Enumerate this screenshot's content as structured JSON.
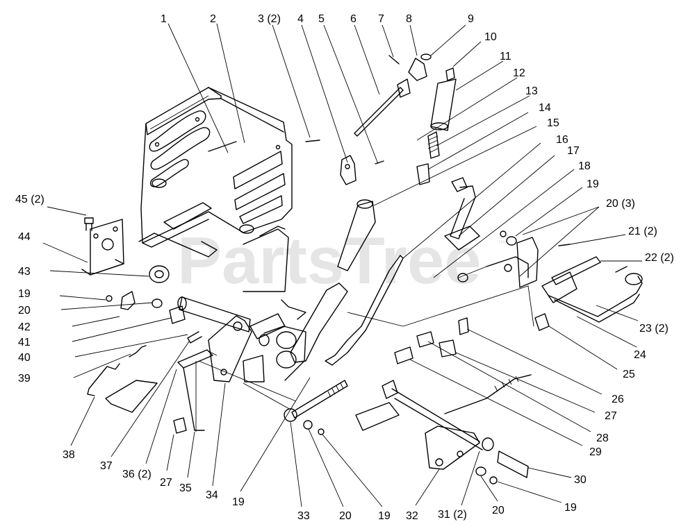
{
  "watermark": {
    "text": "PartsTree",
    "trademark": "™"
  },
  "callouts": [
    {
      "id": "1",
      "label": "1"
    },
    {
      "id": "2",
      "label": "2"
    },
    {
      "id": "3",
      "label": "3 (2)"
    },
    {
      "id": "4",
      "label": "4"
    },
    {
      "id": "5",
      "label": "5"
    },
    {
      "id": "6",
      "label": "6"
    },
    {
      "id": "7",
      "label": "7"
    },
    {
      "id": "8",
      "label": "8"
    },
    {
      "id": "9",
      "label": "9"
    },
    {
      "id": "10",
      "label": "10"
    },
    {
      "id": "11",
      "label": "11"
    },
    {
      "id": "12",
      "label": "12"
    },
    {
      "id": "13",
      "label": "13"
    },
    {
      "id": "14",
      "label": "14"
    },
    {
      "id": "15",
      "label": "15"
    },
    {
      "id": "16",
      "label": "16"
    },
    {
      "id": "17",
      "label": "17"
    },
    {
      "id": "18",
      "label": "18"
    },
    {
      "id": "19a",
      "label": "19"
    },
    {
      "id": "20a",
      "label": "20 (3)"
    },
    {
      "id": "21",
      "label": "21 (2)"
    },
    {
      "id": "22",
      "label": "22 (2)"
    },
    {
      "id": "23",
      "label": "23 (2)"
    },
    {
      "id": "24",
      "label": "24"
    },
    {
      "id": "25",
      "label": "25"
    },
    {
      "id": "26",
      "label": "26"
    },
    {
      "id": "27a",
      "label": "27"
    },
    {
      "id": "28",
      "label": "28"
    },
    {
      "id": "29",
      "label": "29"
    },
    {
      "id": "30",
      "label": "30"
    },
    {
      "id": "19b",
      "label": "19"
    },
    {
      "id": "20b",
      "label": "20"
    },
    {
      "id": "31",
      "label": "31 (2)"
    },
    {
      "id": "32",
      "label": "32"
    },
    {
      "id": "19c",
      "label": "19"
    },
    {
      "id": "20c",
      "label": "20"
    },
    {
      "id": "33",
      "label": "33"
    },
    {
      "id": "19d",
      "label": "19"
    },
    {
      "id": "34",
      "label": "34"
    },
    {
      "id": "35",
      "label": "35"
    },
    {
      "id": "27b",
      "label": "27"
    },
    {
      "id": "36",
      "label": "36 (2)"
    },
    {
      "id": "37",
      "label": "37"
    },
    {
      "id": "38",
      "label": "38"
    },
    {
      "id": "39",
      "label": "39"
    },
    {
      "id": "40",
      "label": "40"
    },
    {
      "id": "41",
      "label": "41"
    },
    {
      "id": "42",
      "label": "42"
    },
    {
      "id": "20d",
      "label": "20"
    },
    {
      "id": "19e",
      "label": "19"
    },
    {
      "id": "43",
      "label": "43"
    },
    {
      "id": "44",
      "label": "44"
    },
    {
      "id": "45",
      "label": "45 (2)"
    }
  ]
}
